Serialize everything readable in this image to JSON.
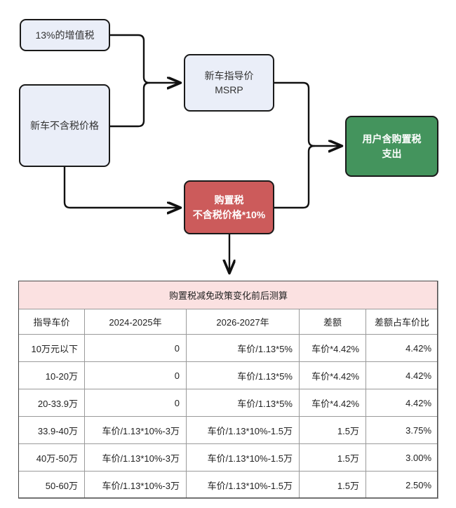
{
  "diagram": {
    "nodes": [
      {
        "id": "vat",
        "label_lines": [
          "13%的增值税"
        ],
        "color": "#eaeef8"
      },
      {
        "id": "netprice",
        "label_lines": [
          "新车不含税价格"
        ],
        "color": "#eaeef8"
      },
      {
        "id": "msrp",
        "label_lines": [
          "新车指导价",
          "MSRP"
        ],
        "color": "#eaeef8"
      },
      {
        "id": "purchtax",
        "label_lines": [
          "购置税",
          "不含税价格*10%"
        ],
        "color": "#cc5b5b"
      },
      {
        "id": "userspend",
        "label_lines": [
          "用户含购置税",
          "支出"
        ],
        "color": "#44945d"
      }
    ],
    "edges": [
      {
        "from": "vat",
        "to": "msrp"
      },
      {
        "from": "netprice",
        "to": "msrp"
      },
      {
        "from": "netprice",
        "to": "purchtax"
      },
      {
        "from": "msrp",
        "to": "userspend"
      },
      {
        "from": "purchtax",
        "to": "userspend"
      },
      {
        "from": "purchtax",
        "to": "calc-table"
      }
    ]
  },
  "table": {
    "title": "购置税减免政策变化前后测算",
    "columns": [
      "指导车价",
      "2024-2025年",
      "2026-2027年",
      "差额",
      "差额占车价比"
    ],
    "rows": [
      [
        "10万元以下",
        "0",
        "车价/1.13*5%",
        "车价*4.42%",
        "4.42%"
      ],
      [
        "10-20万",
        "0",
        "车价/1.13*5%",
        "车价*4.42%",
        "4.42%"
      ],
      [
        "20-33.9万",
        "0",
        "车价/1.13*5%",
        "车价*4.42%",
        "4.42%"
      ],
      [
        "33.9-40万",
        "车价/1.13*10%-3万",
        "车价/1.13*10%-1.5万",
        "1.5万",
        "3.75%"
      ],
      [
        "40万-50万",
        "车价/1.13*10%-3万",
        "车价/1.13*10%-1.5万",
        "1.5万",
        "3.00%"
      ],
      [
        "50-60万",
        "车价/1.13*10%-3万",
        "车价/1.13*10%-1.5万",
        "1.5万",
        "2.50%"
      ]
    ]
  },
  "colors": {
    "node_blue_fill": "#eaeef8",
    "node_red_fill": "#cc5b5b",
    "node_green_fill": "#44945d",
    "node_border": "#1a1a1a",
    "table_title_fill": "#fbe1e1",
    "table_border": "#9a9a9a",
    "connector": "#111111"
  }
}
